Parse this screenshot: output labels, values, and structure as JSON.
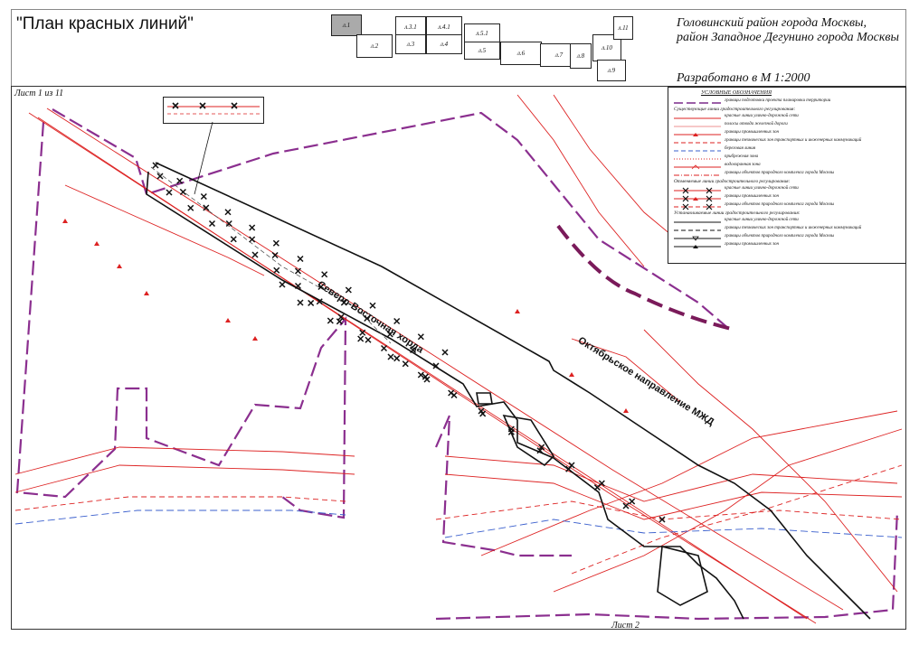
{
  "title": "\"План красных линий\"",
  "region": "Головинский район города Москвы,\nрайон Западное Дегунино города Москвы",
  "scale_text": "Разработано в М 1:2000",
  "sheet_label": "Лист 1 из 11",
  "sheet_next": "Лист 2",
  "sheet_index": [
    {
      "id": "л.1",
      "active": true
    },
    {
      "id": "л.2",
      "active": false
    },
    {
      "id": "л.3.1",
      "active": false
    },
    {
      "id": "л.3",
      "active": false
    },
    {
      "id": "л.4.1",
      "active": false
    },
    {
      "id": "л.4",
      "active": false
    },
    {
      "id": "л.5.1",
      "active": false
    },
    {
      "id": "л.5",
      "active": false
    },
    {
      "id": "л.6",
      "active": false
    },
    {
      "id": "л.7",
      "active": false
    },
    {
      "id": "л.8",
      "active": false
    },
    {
      "id": "л.10",
      "active": false
    },
    {
      "id": "л.11",
      "active": false
    },
    {
      "id": "л.9",
      "active": false
    }
  ],
  "map_labels": {
    "hord": "Северо-Восточная хорда",
    "railway": "Октябрьское направление МЖД"
  },
  "legend": {
    "header": "УСЛОВНЫЕ ОБОЗНАЧЕНИЯ",
    "items": [
      {
        "text": "границы подготовки проекта планировки территории",
        "color": "#7a2a8a",
        "style": "dash-long"
      },
      {
        "section": "Существующие линии градостроительного регулирования:"
      },
      {
        "text": "красные линии улично-дорожной сети",
        "color": "#d22",
        "style": "solid"
      },
      {
        "text": "полосы отвода железной дороги",
        "color": "#d22",
        "style": "thin"
      },
      {
        "text": "границы промышленных зон",
        "color": "#d22",
        "style": "tri"
      },
      {
        "text": "границы технических зон транспортных и инженерных коммуникаций",
        "color": "#d22",
        "style": "dash"
      },
      {
        "text": "береговая линия",
        "color": "#3a5fcd",
        "style": "dash"
      },
      {
        "text": "прибрежная зона",
        "color": "#d22",
        "style": "dot"
      },
      {
        "text": "водоохранная зона",
        "color": "#d22",
        "style": "chev"
      },
      {
        "text": "границы объектов природного комплекса города Москвы",
        "color": "#d22",
        "style": "dashdot"
      },
      {
        "section": "Отменяемые линии градостроительного регулирования:"
      },
      {
        "text": "красные линии улично-дорожной сети",
        "color": "#d22",
        "style": "cross"
      },
      {
        "text": "границы промышленных зон",
        "color": "#d22",
        "style": "crosstri"
      },
      {
        "text": "границы объектов природного комплекса города Москвы",
        "color": "#d22",
        "style": "crossdash"
      },
      {
        "section": "Устанавливаемые линии градостроительного регулирования:"
      },
      {
        "text": "красные линии улично-дорожной сети",
        "color": "#111",
        "style": "solid"
      },
      {
        "text": "границы технических зон транспортных и инженерных коммуникаций",
        "color": "#111",
        "style": "dash"
      },
      {
        "text": "границы объектов природного комплекса города Москвы",
        "color": "#111",
        "style": "vtri"
      },
      {
        "text": "границы промышленных зон",
        "color": "#111",
        "style": "tri"
      }
    ]
  }
}
